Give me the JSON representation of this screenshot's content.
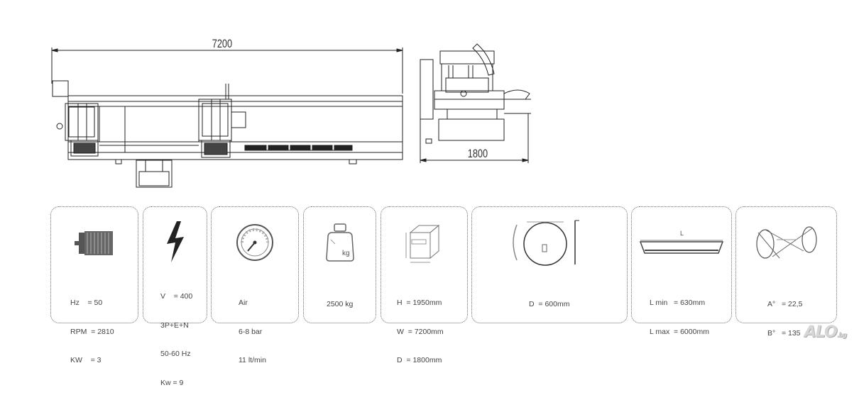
{
  "drawing": {
    "front_length_label": "7200",
    "side_depth_label": "1800"
  },
  "cards": [
    {
      "id": "motor",
      "icon": "electric-motor-icon",
      "lines": [
        "Hz    = 50",
        "RPM  = 2810",
        "KW    = 3"
      ]
    },
    {
      "id": "power",
      "icon": "lightning-bolt-icon",
      "lines": [
        "V    = 400",
        "3P+E+N",
        "50-60 Hz",
        "Kw = 9"
      ]
    },
    {
      "id": "air",
      "icon": "pressure-gauge-icon",
      "lines": [
        "Air",
        "6-8 bar",
        "11 lt/min"
      ]
    },
    {
      "id": "weight",
      "icon": "weight-icon",
      "icon_label": "kg",
      "lines": [
        "2500 kg"
      ]
    },
    {
      "id": "dimensions",
      "icon": "dimension-box-icon",
      "lines": [
        "H  = 1950mm",
        "W  = 7200mm",
        "D  = 1800mm"
      ]
    },
    {
      "id": "blade",
      "icon": "saw-blade-diameter-icon",
      "lines": [
        "D  = 600mm"
      ]
    },
    {
      "id": "length",
      "icon": "cutting-length-icon",
      "icon_label": "L",
      "lines": [
        "L min   = 630mm",
        "L max  = 6000mm"
      ]
    },
    {
      "id": "angles",
      "icon": "cutting-angle-icon",
      "lines": [
        "A°   = 22,5",
        "B°   = 135"
      ]
    }
  ],
  "watermark": {
    "text": "ALO",
    "suffix": ".bg"
  }
}
